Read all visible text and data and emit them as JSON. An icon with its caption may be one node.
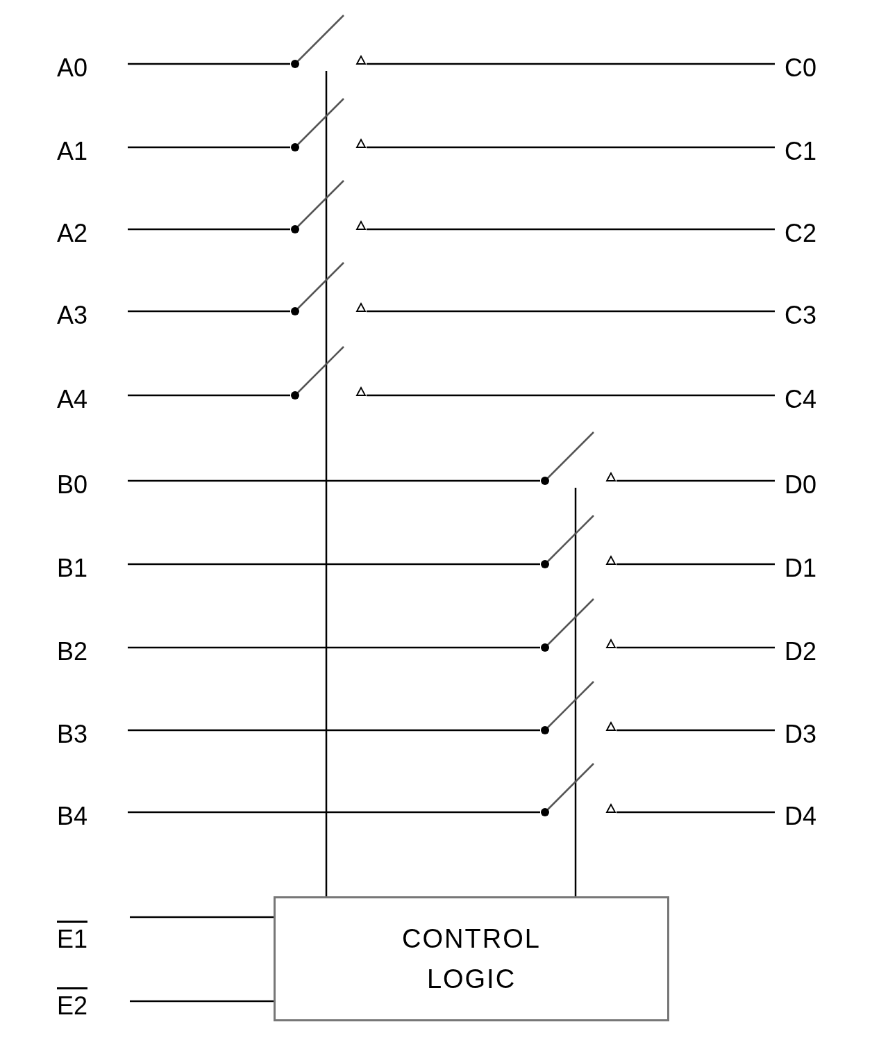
{
  "diagram": {
    "nodes": [
      {
        "text": [
          "A0"
        ]
      },
      {
        "text": [
          "A1"
        ]
      },
      {
        "text": [
          "A2"
        ]
      },
      {
        "text": [
          "A3"
        ]
      },
      {
        "text": [
          "A4"
        ]
      },
      {
        "text": [
          "C0"
        ]
      },
      {
        "text": [
          "C1"
        ]
      },
      {
        "text": [
          "C2"
        ]
      },
      {
        "text": [
          "C3"
        ]
      },
      {
        "text": [
          "C4"
        ]
      },
      {
        "text": [
          "B0"
        ]
      },
      {
        "text": [
          "B1"
        ]
      },
      {
        "text": [
          "B2"
        ]
      },
      {
        "text": [
          "B3"
        ]
      },
      {
        "text": [
          "B4"
        ]
      },
      {
        "text": [
          "D0"
        ]
      },
      {
        "text": [
          "D1"
        ]
      },
      {
        "text": [
          "D2"
        ]
      },
      {
        "text": [
          "D3"
        ]
      },
      {
        "text": [
          "D4"
        ]
      },
      {
        "text": [],
        "shape": "switch"
      },
      {
        "text": [],
        "shape": "switch"
      },
      {
        "text": [],
        "shape": "switch"
      },
      {
        "text": [],
        "shape": "switch"
      },
      {
        "text": [],
        "shape": "switch"
      },
      {
        "text": [],
        "shape": "switch"
      },
      {
        "text": [],
        "shape": "switch"
      },
      {
        "text": [],
        "shape": "switch"
      },
      {
        "text": [],
        "shape": "switch"
      },
      {
        "text": [],
        "shape": "switch"
      },
      {
        "text": [
          "E1"
        ]
      },
      {
        "text": [
          "E2"
        ]
      },
      {
        "text": [
          "CONTROL LOGIC"
        ]
      }
    ],
    "edges": [
      {
        "from": 0,
        "to": 20,
        "arrow": "none"
      },
      {
        "from": 20,
        "to": 5,
        "arrow": "none"
      },
      {
        "from": 1,
        "to": 21,
        "arrow": "none"
      },
      {
        "from": 21,
        "to": 6,
        "arrow": "none"
      },
      {
        "from": 2,
        "to": 22,
        "arrow": "none"
      },
      {
        "from": 22,
        "to": 7,
        "arrow": "none"
      },
      {
        "from": 3,
        "to": 23,
        "arrow": "none"
      },
      {
        "from": 23,
        "to": 8,
        "arrow": "none"
      },
      {
        "from": 4,
        "to": 24,
        "arrow": "none"
      },
      {
        "from": 24,
        "to": 9,
        "arrow": "none"
      },
      {
        "from": 10,
        "to": 25,
        "arrow": "none"
      },
      {
        "from": 25,
        "to": 15,
        "arrow": "none"
      },
      {
        "from": 11,
        "to": 26,
        "arrow": "none"
      },
      {
        "from": 26,
        "to": 16,
        "arrow": "none"
      },
      {
        "from": 12,
        "to": 27,
        "arrow": "none"
      },
      {
        "from": 27,
        "to": 17,
        "arrow": "none"
      },
      {
        "from": 13,
        "to": 28,
        "arrow": "none"
      },
      {
        "from": 28,
        "to": 18,
        "arrow": "none"
      },
      {
        "from": 14,
        "to": 29,
        "arrow": "none"
      },
      {
        "from": 29,
        "to": 19,
        "arrow": "none"
      },
      {
        "from": 30,
        "to": 32,
        "arrow": "none"
      },
      {
        "from": 31,
        "to": 32,
        "arrow": "none"
      },
      {
        "from": 32,
        "to": 20,
        "arrow": "none"
      },
      {
        "from": 32,
        "to": 21,
        "arrow": "none"
      },
      {
        "from": 32,
        "to": 22,
        "arrow": "none"
      },
      {
        "from": 32,
        "to": 23,
        "arrow": "none"
      },
      {
        "from": 32,
        "to": 24,
        "arrow": "none"
      },
      {
        "from": 32,
        "to": 25,
        "arrow": "none"
      },
      {
        "from": 32,
        "to": 26,
        "arrow": "none"
      },
      {
        "from": 32,
        "to": 27,
        "arrow": "none"
      },
      {
        "from": 32,
        "to": 28,
        "arrow": "none"
      },
      {
        "from": 32,
        "to": 29,
        "arrow": "none"
      }
    ]
  }
}
